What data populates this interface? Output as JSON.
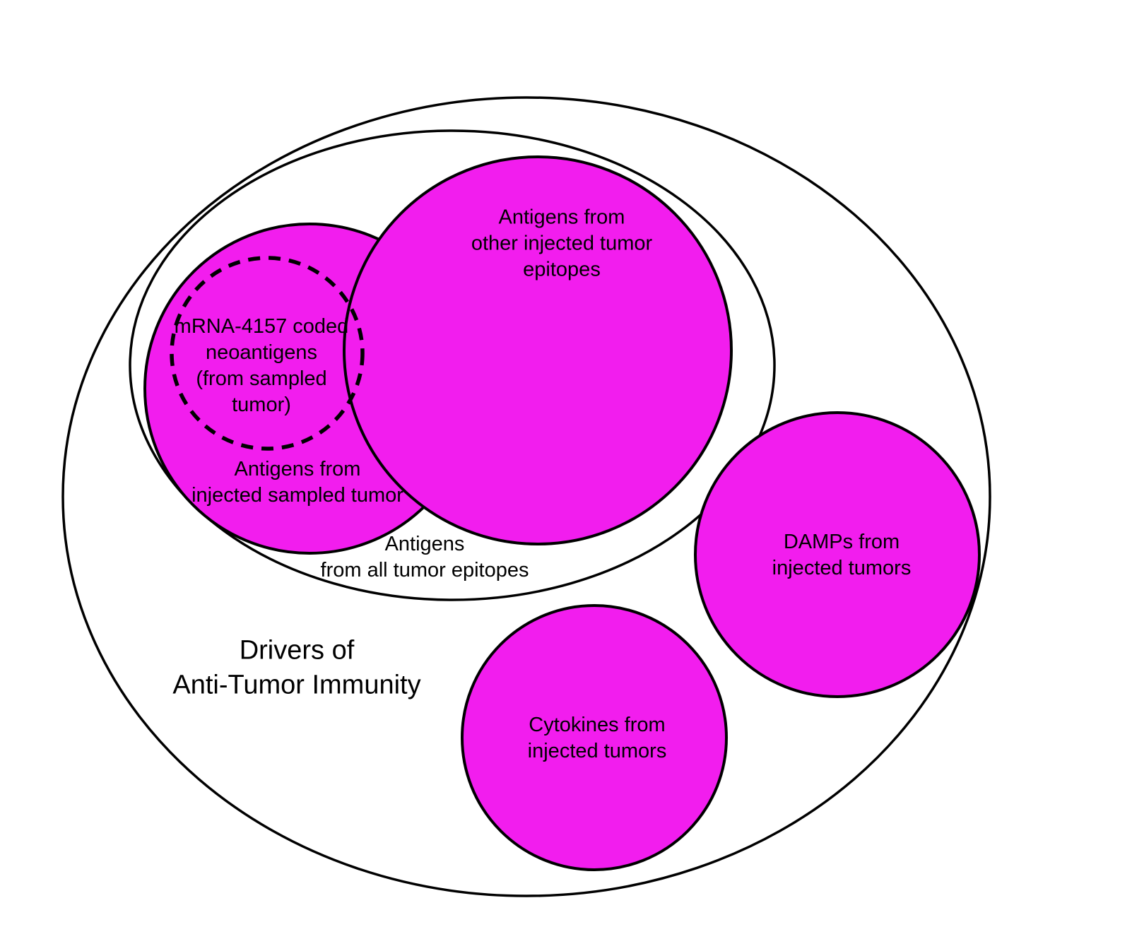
{
  "colors": {
    "magenta": "#F21DEE",
    "outline": "#000000",
    "background": "#FFFFFF"
  },
  "labels": {
    "title": "Drivers of\nAnti-Tumor Immunity",
    "all_epitopes": "Antigens\nfrom all tumor epitopes",
    "sampled_antigens": "Antigens from\ninjected sampled tumor",
    "mrna_neoantigens": "mRNA-4157 coded\nneoantigens\n(from sampled\ntumor)",
    "other_antigens": "Antigens from\nother injected tumor\nepitopes",
    "damps": "DAMPs from\ninjected tumors",
    "cytokines": "Cytokines from\ninjected tumors"
  }
}
